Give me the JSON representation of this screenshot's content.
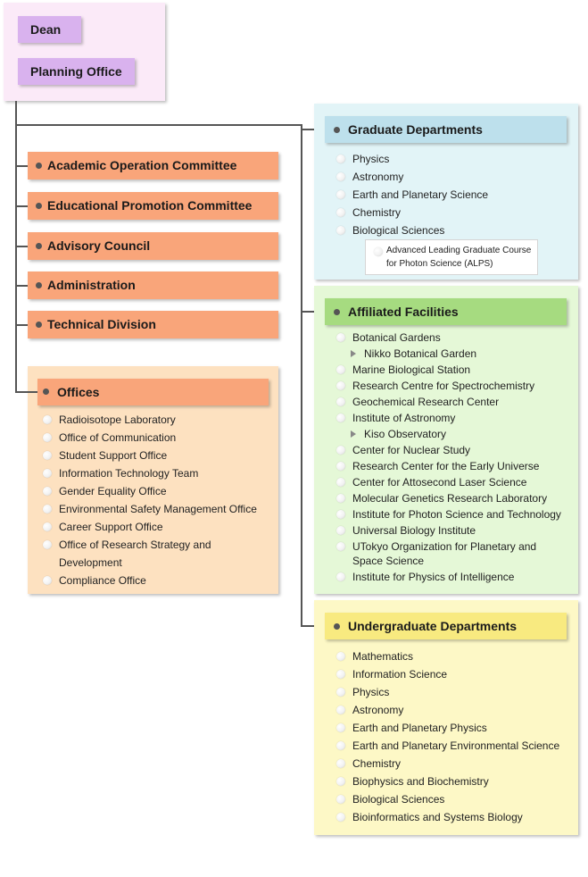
{
  "top": {
    "dean": "Dean",
    "planning_office": "Planning Office"
  },
  "committees": [
    "Academic Operation Committee",
    "Educational Promotion Committee",
    "Advisory Council",
    "Administration",
    "Technical Division"
  ],
  "offices": {
    "title": "Offices",
    "items": [
      "Radioisotope Laboratory",
      "Office of Communication",
      "Student Support Office",
      "Information Technology Team",
      "Gender Equality Office",
      "Environmental Safety Management Office",
      "Career Support Office",
      "Office of Research Strategy and",
      "Development",
      "Compliance Office"
    ]
  },
  "graduate": {
    "title": "Graduate Departments",
    "items": [
      "Physics",
      "Astronomy",
      "Earth and Planetary Science",
      "Chemistry",
      "Biological Sciences"
    ],
    "alps_line1": "Advanced Leading Graduate Course",
    "alps_line2": "for Photon Science (ALPS)"
  },
  "affiliated": {
    "title": "Affiliated Facilities",
    "items": [
      "Botanical Gardens",
      "Nikko Botanical Garden",
      "Marine Biological Station",
      "Research Centre for Spectrochemistry",
      "Geochemical Research Center",
      "Institute of Astronomy",
      "Kiso Observatory",
      "Center for Nuclear Study",
      "Research Center for the Early Universe",
      "Center for Attosecond Laser Science",
      "Molecular Genetics Research Laboratory",
      "Institute for Photon Science and Technology",
      "Universal Biology Institute",
      "UTokyo Organization for Planetary and",
      "Space Science",
      "Institute for Physics of Intelligence"
    ]
  },
  "undergraduate": {
    "title": "Undergraduate Departments",
    "items": [
      "Mathematics",
      "Information Science",
      "Physics",
      "Astronomy",
      "Earth and Planetary Physics",
      "Earth and Planetary Environmental Science",
      "Chemistry",
      "Biophysics and Biochemistry",
      "Biological Sciences",
      "Bioinformatics and Systems Biology"
    ]
  },
  "colors": {
    "top_box": "#fbeaf8",
    "purple": "#d9b2ee",
    "orange": "#f9a57a",
    "offices_bg": "#fde1c0",
    "graduate_bg": "#e2f4f7",
    "graduate_head": "#bde0ec",
    "affiliated_bg": "#e5f8d7",
    "affiliated_head": "#a6db80",
    "undergraduate_bg": "#fdf8c6",
    "undergraduate_head": "#f8ea80",
    "connector": "#555555"
  }
}
